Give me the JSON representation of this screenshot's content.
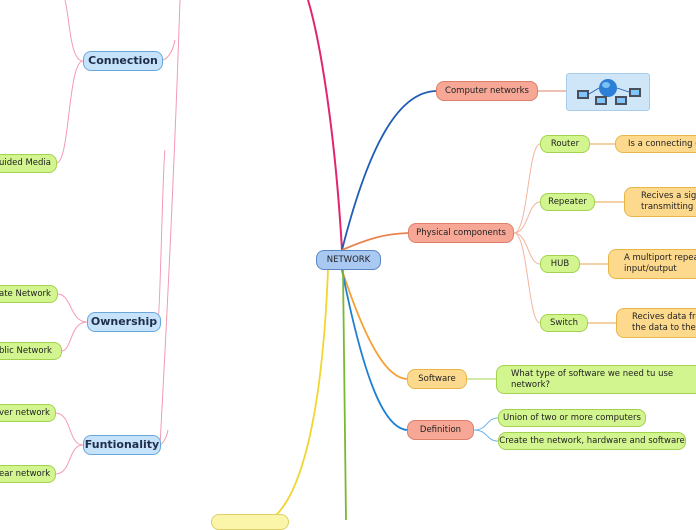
{
  "center": "NETWORK",
  "left": {
    "connection": "Connection",
    "connection_item": "uided Media",
    "ownership": "Ownership",
    "ownership_items": [
      "ate Network",
      "blic Network"
    ],
    "funtionality": "Funtionality",
    "funtionality_items": [
      "ver network",
      "ear network"
    ]
  },
  "right": {
    "computer_networks": "Computer networks",
    "physical_components": "Physical components",
    "components": [
      {
        "name": "Router",
        "desc": "Is a connecting de"
      },
      {
        "name": "Repeater",
        "desc": "Recives a signa\ntransmitting"
      },
      {
        "name": "HUB",
        "desc": "A multiport repeate\ninput/output"
      },
      {
        "name": "Switch",
        "desc": "Recives data from\nthe data to the p"
      }
    ],
    "software": "Software",
    "software_desc": "What type of software we need tu use\nnetwork?",
    "definition": "Definition",
    "definition_items": [
      "Union of two or more computers",
      "Create the network, hardware and software"
    ]
  },
  "image_label": "network-computers-illustration",
  "colors": {
    "center": "#a9c8f2",
    "blue": "#c7e3fb",
    "orange": "#f6a796",
    "green": "#d2f590",
    "yellow": "#fcd98d",
    "line_magenta": "#e2256e",
    "line_blue": "#1f5cb5",
    "line_orange": "#f4a035",
    "line_yellow": "#f1d631",
    "line_green": "#7ab830",
    "line_pink": "#f39ab3"
  }
}
